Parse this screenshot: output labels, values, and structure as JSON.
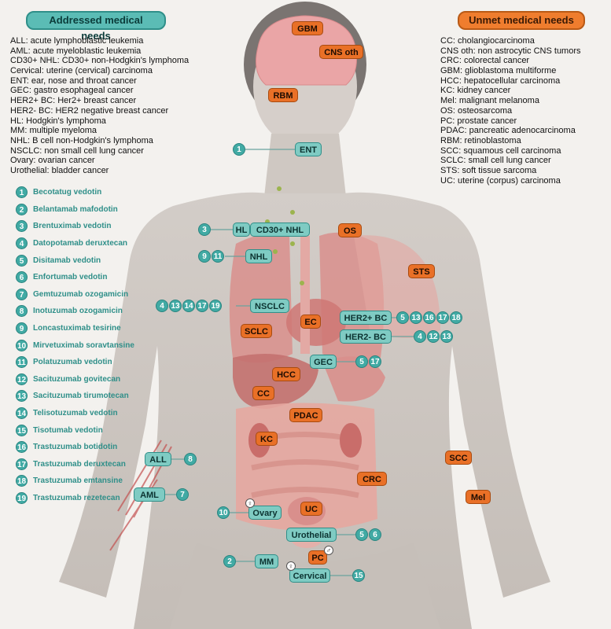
{
  "header_addressed": "Addressed medical needs",
  "header_unmet": "Unmet medical needs",
  "abbr_left": [
    "ALL: acute lymphoblastic leukemia",
    "AML: acute myeloblastic leukemia",
    "CD30+ NHL: CD30+ non-Hodgkin's lymphoma",
    "Cervical: uterine (cervical) carcinoma",
    "ENT: ear, nose and throat cancer",
    "GEC: gastro esophageal cancer",
    "HER2+ BC: Her2+ breast cancer",
    "HER2- BC: HER2 negative breast cancer",
    "HL: Hodgkin's lymphoma",
    "MM: multiple myeloma",
    "NHL: B cell non-Hodgkin's lymphoma",
    "NSCLC: non small cell lung cancer",
    "Ovary: ovarian cancer",
    "Urothelial: bladder cancer"
  ],
  "abbr_right": [
    "CC: cholangiocarcinoma",
    "CNS oth: non astrocytic CNS tumors",
    "CRC: colorectal cancer",
    "GBM: glioblastoma multiforme",
    "HCC: hepatocellular carcinoma",
    "KC: kidney cancer",
    "Mel: malignant melanoma",
    "OS: osteosarcoma",
    "PC: prostate cancer",
    "PDAC: pancreatic adenocarcinoma",
    "RBM: retinoblastoma",
    "SCC: squamous cell carcinoma",
    "SCLC: small cell lung cancer",
    "STS: soft tissue sarcoma",
    "UC: uterine (corpus) carcinoma"
  ],
  "drugs": [
    {
      "num": "1",
      "name": "Becotatug vedotin"
    },
    {
      "num": "2",
      "name": "Belantamab mafodotin"
    },
    {
      "num": "3",
      "name": "Brentuximab vedotin"
    },
    {
      "num": "4",
      "name": "Datopotamab deruxtecan"
    },
    {
      "num": "5",
      "name": "Disitamab vedotin"
    },
    {
      "num": "6",
      "name": "Enfortumab vedotin"
    },
    {
      "num": "7",
      "name": "Gemtuzumab ozogamicin"
    },
    {
      "num": "8",
      "name": "Inotuzumab ozogamicin"
    },
    {
      "num": "9",
      "name": "Loncastuximab tesirine"
    },
    {
      "num": "10",
      "name": "Mirvetuximab soravtansine"
    },
    {
      "num": "11",
      "name": "Polatuzumab vedotin"
    },
    {
      "num": "12",
      "name": "Sacituzumab govitecan"
    },
    {
      "num": "13",
      "name": "Sacituzumab tirumotecan"
    },
    {
      "num": "14",
      "name": "Telisotuzumab vedotin"
    },
    {
      "num": "15",
      "name": "Tisotumab vedotin"
    },
    {
      "num": "16",
      "name": "Trastuzumab botidotin"
    },
    {
      "num": "17",
      "name": "Trastuzumab deruxtecan"
    },
    {
      "num": "18",
      "name": "Trastuzumab emtansine"
    },
    {
      "num": "19",
      "name": "Trastuzumab rezetecan"
    }
  ],
  "addressed": {
    "ent": {
      "label": "ENT",
      "drugs": [
        "1"
      ]
    },
    "hl": {
      "label": "HL",
      "drugs": [
        "3"
      ]
    },
    "cd30": {
      "label": "CD30+ NHL"
    },
    "nhl": {
      "label": "NHL",
      "drugs": [
        "9",
        "11"
      ]
    },
    "nsclc": {
      "label": "NSCLC",
      "drugs": [
        "4",
        "13",
        "14",
        "17",
        "19"
      ]
    },
    "her2p": {
      "label": "HER2+ BC",
      "drugs": [
        "5",
        "13",
        "16",
        "17",
        "18"
      ]
    },
    "her2n": {
      "label": "HER2- BC",
      "drugs": [
        "4",
        "12",
        "13"
      ]
    },
    "gec": {
      "label": "GEC",
      "drugs": [
        "5",
        "17"
      ]
    },
    "all": {
      "label": "ALL",
      "drugs": [
        "8"
      ]
    },
    "aml": {
      "label": "AML",
      "drugs": [
        "7"
      ]
    },
    "ovary": {
      "label": "Ovary",
      "drugs": [
        "10"
      ]
    },
    "urothelial": {
      "label": "Urothelial",
      "drugs": [
        "5",
        "6"
      ]
    },
    "mm": {
      "label": "MM",
      "drugs": [
        "2"
      ]
    },
    "cervical": {
      "label": "Cervical",
      "drugs": [
        "15"
      ]
    }
  },
  "unmet": {
    "gbm": "GBM",
    "cns": "CNS oth",
    "rbm": "RBM",
    "os": "OS",
    "sts": "STS",
    "sclc": "SCLC",
    "ec": "EC",
    "hcc": "HCC",
    "cc": "CC",
    "pdac": "PDAC",
    "kc": "KC",
    "crc": "CRC",
    "scc": "SCC",
    "mel": "Mel",
    "uc": "UC",
    "pc": "PC"
  },
  "symbols": {
    "female": "♀",
    "male": "♂"
  },
  "colors": {
    "teal": "#7fcbc3",
    "teal_dark": "#2f8f89",
    "orange": "#e97027",
    "orange_dark": "#a84b10"
  }
}
